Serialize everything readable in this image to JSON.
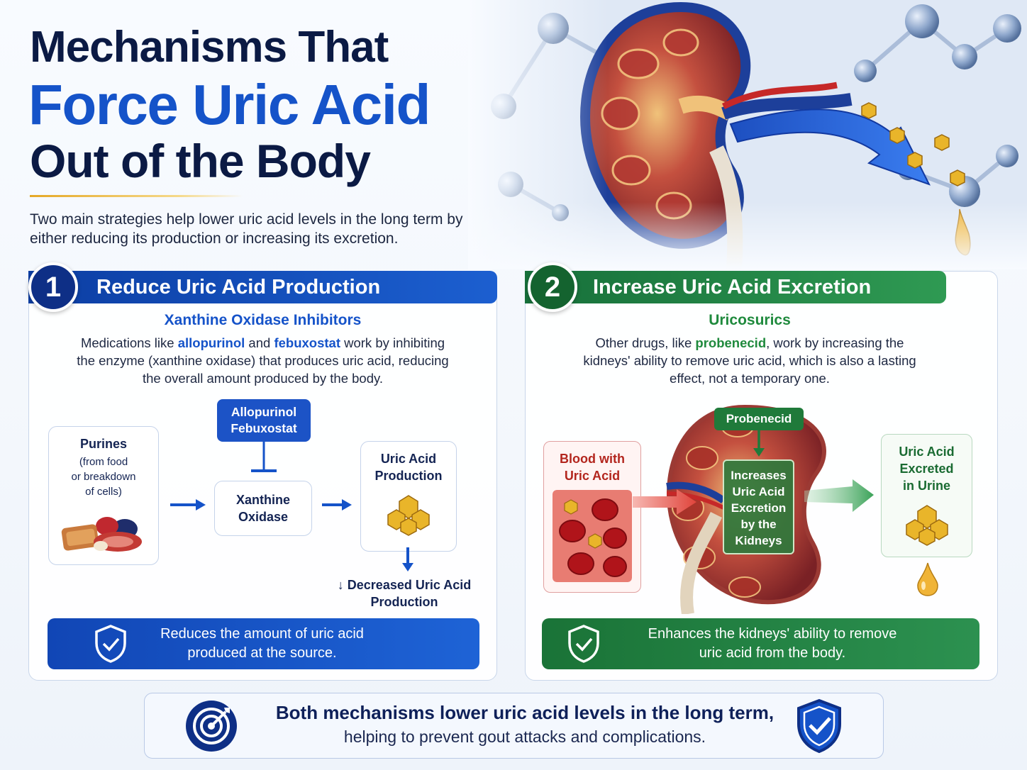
{
  "title": {
    "line1": "Mechanisms That",
    "line2": "Force Uric Acid",
    "line3": "Out of the Body"
  },
  "intro": "Two main strategies help lower uric acid levels in the long term by either reducing its production or increasing its excretion.",
  "colors": {
    "navy": "#0b1a44",
    "brand_blue": "#1553c9",
    "brand_green": "#1f8a3d",
    "gold": "#e5a826",
    "red": "#c62828"
  },
  "left_panel": {
    "number": "1",
    "heading": "Reduce Uric Acid Production",
    "subheading": "Xanthine Oxidase Inhibitors",
    "desc_1": "Medications like ",
    "drug_a": "allopurinol",
    "desc_2": " and ",
    "drug_b": "febuxostat",
    "desc_3": " work by inhibiting the enzyme (xanthine oxidase) that produces uric acid, reducing the overall amount produced by the body.",
    "drug_box_line1": "Allopurinol",
    "drug_box_line2": "Febuxostat",
    "purines_title": "Purines",
    "purines_note_1": "(from food",
    "purines_note_2": "or breakdown",
    "purines_note_3": "of cells)",
    "xo_line1": "Xanthine",
    "xo_line2": "Oxidase",
    "uap_line1": "Uric Acid",
    "uap_line2": "Production",
    "decreased_line1": "↓ Decreased Uric Acid",
    "decreased_line2": "Production",
    "banner_line1": "Reduces the amount of uric acid",
    "banner_line2": "produced at the source.",
    "icons": [
      "food-icon",
      "crystal-icon",
      "shield-check-icon",
      "arrow-right-icon",
      "inhibit-icon"
    ]
  },
  "right_panel": {
    "number": "2",
    "heading": "Increase Uric Acid Excretion",
    "subheading": "Uricosurics",
    "desc_1": "Other drugs, like ",
    "drug": "probenecid",
    "desc_2": ", work by increasing the kidneys' ability to remove uric acid, which is also a lasting effect, not a temporary one.",
    "blood_line1": "Blood with",
    "blood_line2": "Uric Acid",
    "probenecid_label": "Probenecid",
    "kidney_lines": [
      "Increases",
      "Uric Acid",
      "Excretion",
      "by the",
      "Kidneys"
    ],
    "excreted_line1": "Uric Acid",
    "excreted_line2": "Excreted",
    "excreted_line3": "in Urine",
    "banner_line1": "Enhances the kidneys' ability to remove",
    "banner_line2": "uric acid from the body.",
    "icons": [
      "blood-cells-icon",
      "kidney-icon",
      "crystal-icon",
      "droplet-icon",
      "shield-check-icon"
    ]
  },
  "footer": {
    "line1": "Both mechanisms lower uric acid levels in the long term,",
    "line2": "helping to prevent gout attacks and complications.",
    "icons": [
      "target-icon",
      "shield-check-icon"
    ]
  }
}
